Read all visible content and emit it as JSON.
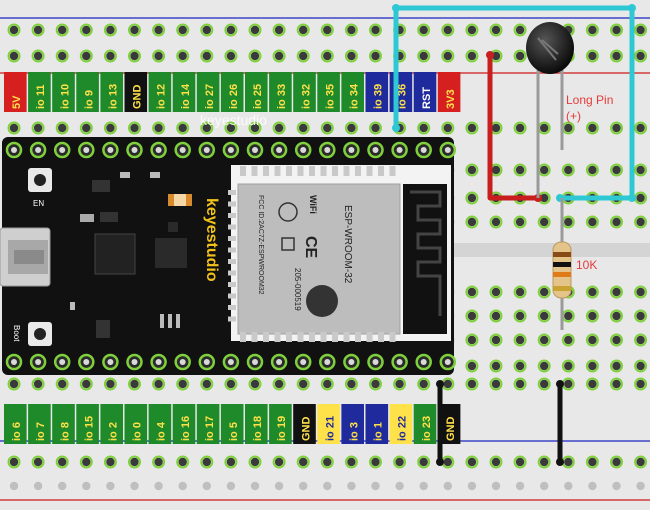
{
  "board": {
    "brand": "keyestudio",
    "brand_faded": "keyestudio",
    "module": {
      "name": "ESP-WROOM-32",
      "fcc": "FCC ID:2AC7Z-ESPWROOM32",
      "r_code": "205-000519",
      "wifi": "WiFi",
      "ce": "CE"
    },
    "button_en": "EN",
    "button_boot": "Boot",
    "top_pins": [
      "5V",
      "io 11",
      "io 10",
      "io 9",
      "io 13",
      "GND",
      "io 12",
      "io 14",
      "io 27",
      "io 26",
      "io 25",
      "io 33",
      "io 32",
      "io 35",
      "io 34",
      "io 39",
      "io 36",
      "RST",
      "3V3"
    ],
    "bottom_pins": [
      "io 6",
      "io 7",
      "io 8",
      "io 15",
      "io 2",
      "io 0",
      "io 4",
      "io 16",
      "io 17",
      "io 5",
      "io 18",
      "io 19",
      "GND",
      "io 21",
      "io 3",
      "io 1",
      "io 22",
      "io 23",
      "GND"
    ]
  },
  "labels": {
    "long_pin": "Long Pin",
    "long_pin_plus": "(+)",
    "resistor": "10K"
  },
  "colors": {
    "breadboard": "#e6e6e6",
    "board": "#111111",
    "wire_cyan": "#2ec8d4",
    "wire_red": "#c81e1e",
    "wire_black": "#111111",
    "rail_red": "#d23c3c",
    "rail_blue": "#3c46c8",
    "label_text": "#e83a3a"
  }
}
